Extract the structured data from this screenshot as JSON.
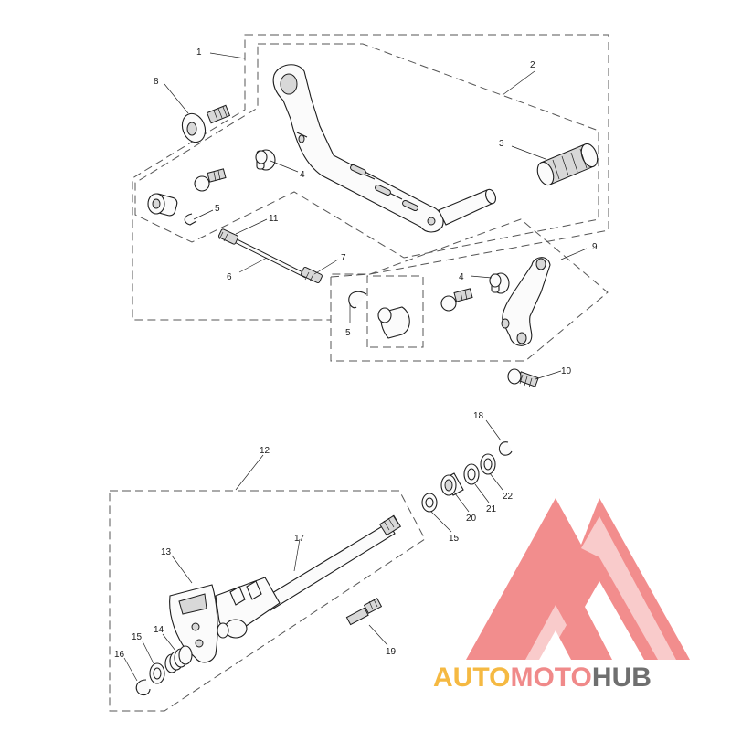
{
  "callouts": [
    {
      "id": "c1",
      "text": "1"
    },
    {
      "id": "c2",
      "text": "2"
    },
    {
      "id": "c3",
      "text": "3"
    },
    {
      "id": "c4a",
      "text": "4"
    },
    {
      "id": "c5a",
      "text": "5"
    },
    {
      "id": "c6",
      "text": "6"
    },
    {
      "id": "c7",
      "text": "7"
    },
    {
      "id": "c8",
      "text": "8"
    },
    {
      "id": "c11",
      "text": "11"
    },
    {
      "id": "c4b",
      "text": "4"
    },
    {
      "id": "c5b",
      "text": "5"
    },
    {
      "id": "c9",
      "text": "9"
    },
    {
      "id": "c10",
      "text": "10"
    },
    {
      "id": "c18",
      "text": "18"
    },
    {
      "id": "c12",
      "text": "12"
    },
    {
      "id": "c22",
      "text": "22"
    },
    {
      "id": "c21",
      "text": "21"
    },
    {
      "id": "c20",
      "text": "20"
    },
    {
      "id": "c15a",
      "text": "15"
    },
    {
      "id": "c17",
      "text": "17"
    },
    {
      "id": "c13",
      "text": "13"
    },
    {
      "id": "c14",
      "text": "14"
    },
    {
      "id": "c15b",
      "text": "15"
    },
    {
      "id": "c16",
      "text": "16"
    },
    {
      "id": "c19",
      "text": "19"
    }
  ],
  "watermark": {
    "part1": "AUTO",
    "part2": "MOTO",
    "part3": "HUB",
    "color_auto": "#f5b942",
    "color_moto": "#f08a8a",
    "color_hub": "#6f6f6f",
    "logo_color": "#f07a7a"
  }
}
